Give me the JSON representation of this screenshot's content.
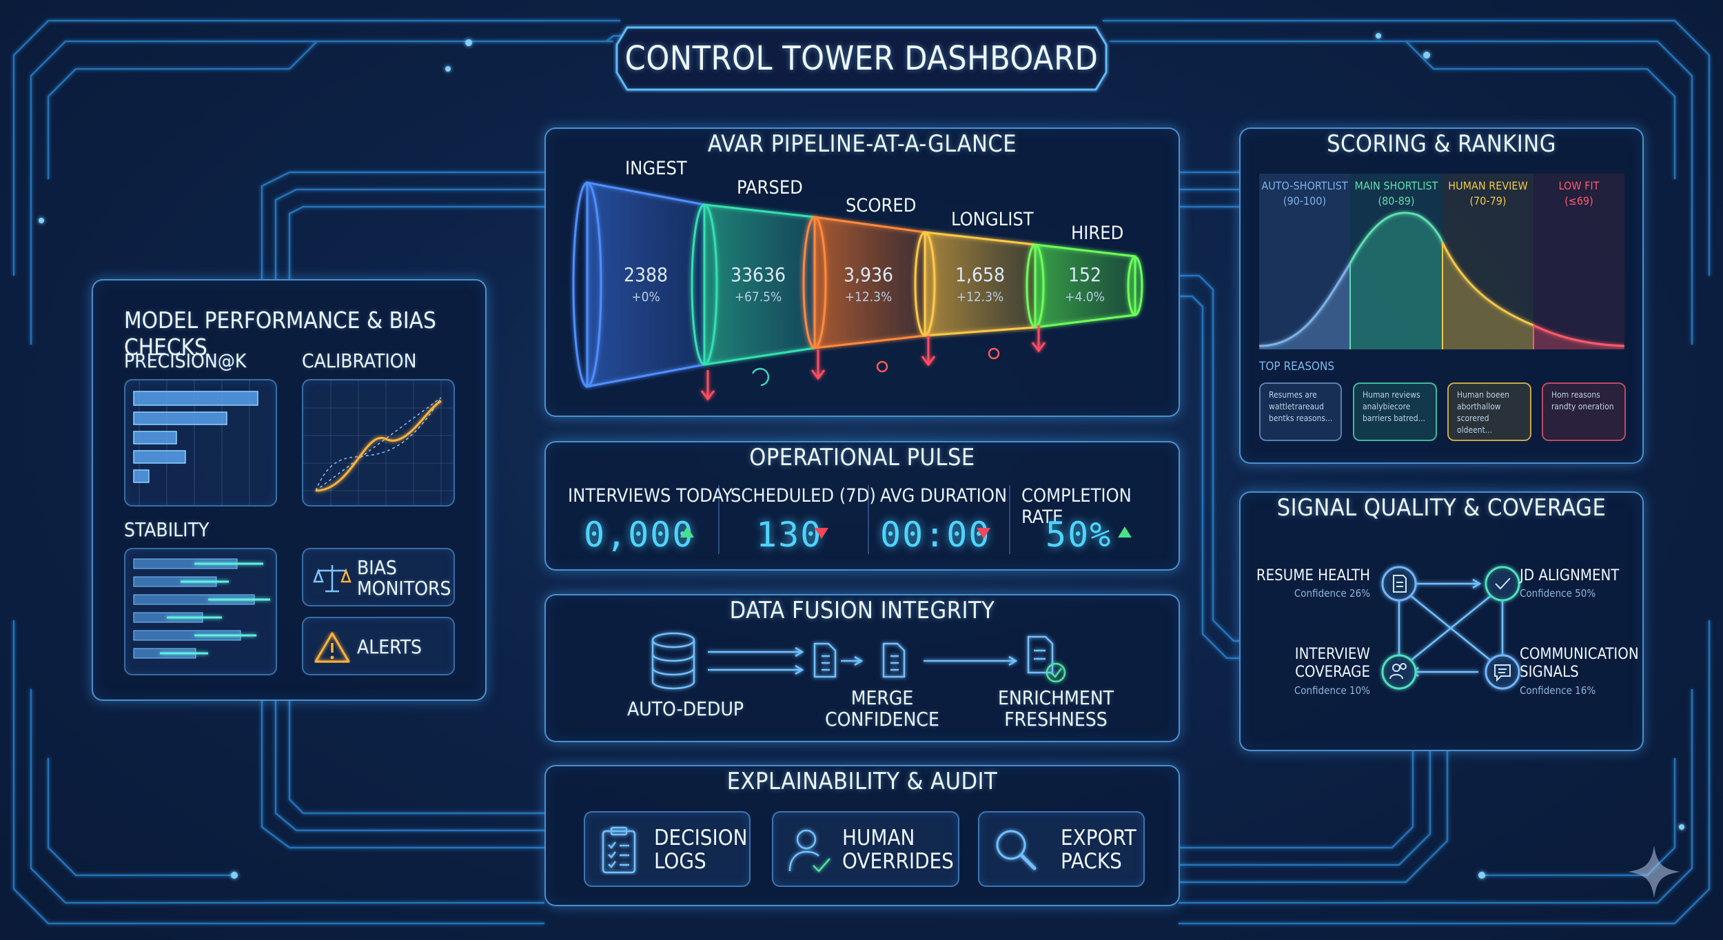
{
  "header": {
    "title": "CONTROL TOWER DASHBOARD"
  },
  "pipeline": {
    "title": "AVAR PIPELINE-AT-A-GLANCE",
    "stages": [
      {
        "name": "INGEST",
        "value": "2388",
        "change": "+0%",
        "color": "#4f8fff"
      },
      {
        "name": "PARSED",
        "value": "33636",
        "change": "+67.5%",
        "color": "#35e0b0"
      },
      {
        "name": "SCORED",
        "value": "3,936",
        "change": "+12.3%",
        "color": "#ff8a3d"
      },
      {
        "name": "LONGLIST",
        "value": "1,658",
        "change": "+12.3%",
        "color": "#ffc94a"
      },
      {
        "name": "HIRED",
        "value": "152",
        "change": "+4.0%",
        "color": "#6dff5a"
      }
    ]
  },
  "model": {
    "title": "MODEL PERFORMANCE & BIAS CHECKS",
    "precision_label": "PRECISION@K",
    "calibration_label": "CALIBRATION",
    "stability_label": "STABILITY",
    "bias_label_1": "BIAS",
    "bias_label_2": "MONITORS",
    "alerts_label": "ALERTS",
    "icons": [
      "balance-scale-icon",
      "warning-triangle-icon"
    ]
  },
  "pulse": {
    "title": "OPERATIONAL PULSE",
    "kpis": [
      {
        "label": "INTERVIEWS TODAY",
        "value": "0,000",
        "trend": "up"
      },
      {
        "label": "SCHEDULED (7D)",
        "value": "130",
        "trend": "down"
      },
      {
        "label": "AVG DURATION",
        "value": "00:00",
        "trend": "down"
      },
      {
        "label": "COMPLETION RATE",
        "value": "50%",
        "trend": "up"
      }
    ]
  },
  "fusion": {
    "title": "DATA FUSION INTEGRITY",
    "items": [
      "AUTO-DEDUP",
      "MERGE",
      "CONFIDENCE",
      "ENRICHMENT",
      "FRESHNESS"
    ],
    "icons": [
      "database-icon",
      "document-icon",
      "document-icon",
      "document-check-icon"
    ]
  },
  "audit": {
    "title": "EXPLAINABILITY & AUDIT",
    "cards": [
      {
        "line1": "DECISION",
        "line2": "LOGS",
        "icon": "clipboard-checklist-icon"
      },
      {
        "line1": "HUMAN",
        "line2": "OVERRIDES",
        "icon": "user-check-icon"
      },
      {
        "line1": "EXPORT",
        "line2": "PACKS",
        "icon": "magnifier-icon"
      }
    ]
  },
  "scoring": {
    "title": "SCORING & RANKING",
    "bands": [
      {
        "name": "AUTO-SHORTLIST",
        "range": "(90-100)",
        "color": "#7fb2e6"
      },
      {
        "name": "MAIN SHORTLIST",
        "range": "(80-89)",
        "color": "#5fe0b0"
      },
      {
        "name": "HUMAN REVIEW",
        "range": "(70-79)",
        "color": "#f2c84a"
      },
      {
        "name": "LOW FIT",
        "range": "(≤69)",
        "color": "#ff5a6a"
      }
    ],
    "top_reasons_label": "TOP REASONS",
    "reasons": [
      {
        "text": [
          "Resumes are",
          "wattletrareaud",
          "bentks reasons..."
        ],
        "color": "#5a7fb0"
      },
      {
        "text": [
          "Human reviews",
          "analybiecore",
          "barriers batred..."
        ],
        "color": "#3fb89a"
      },
      {
        "text": [
          "Human boeen",
          "aborthallow",
          "scorered oldeent..."
        ],
        "color": "#c9a64a"
      },
      {
        "text": [
          "Hom reasons",
          "randty oneration"
        ],
        "color": "#c04a5a"
      }
    ]
  },
  "signal": {
    "title": "SIGNAL QUALITY & COVERAGE",
    "nodes": [
      {
        "name": [
          "RESUME HEALTH"
        ],
        "confidence": "Confidence 26%",
        "icon": "document-icon"
      },
      {
        "name": [
          "JD ALIGNMENT"
        ],
        "confidence": "Confidence 50%",
        "icon": "checkmark-icon"
      },
      {
        "name": [
          "INTERVIEW",
          "COVERAGE"
        ],
        "confidence": "Confidence 10%",
        "icon": "users-icon"
      },
      {
        "name": [
          "COMMUNICATION",
          "SIGNALS"
        ],
        "confidence": "Confidence 16%",
        "icon": "chat-bubble-icon"
      }
    ]
  }
}
